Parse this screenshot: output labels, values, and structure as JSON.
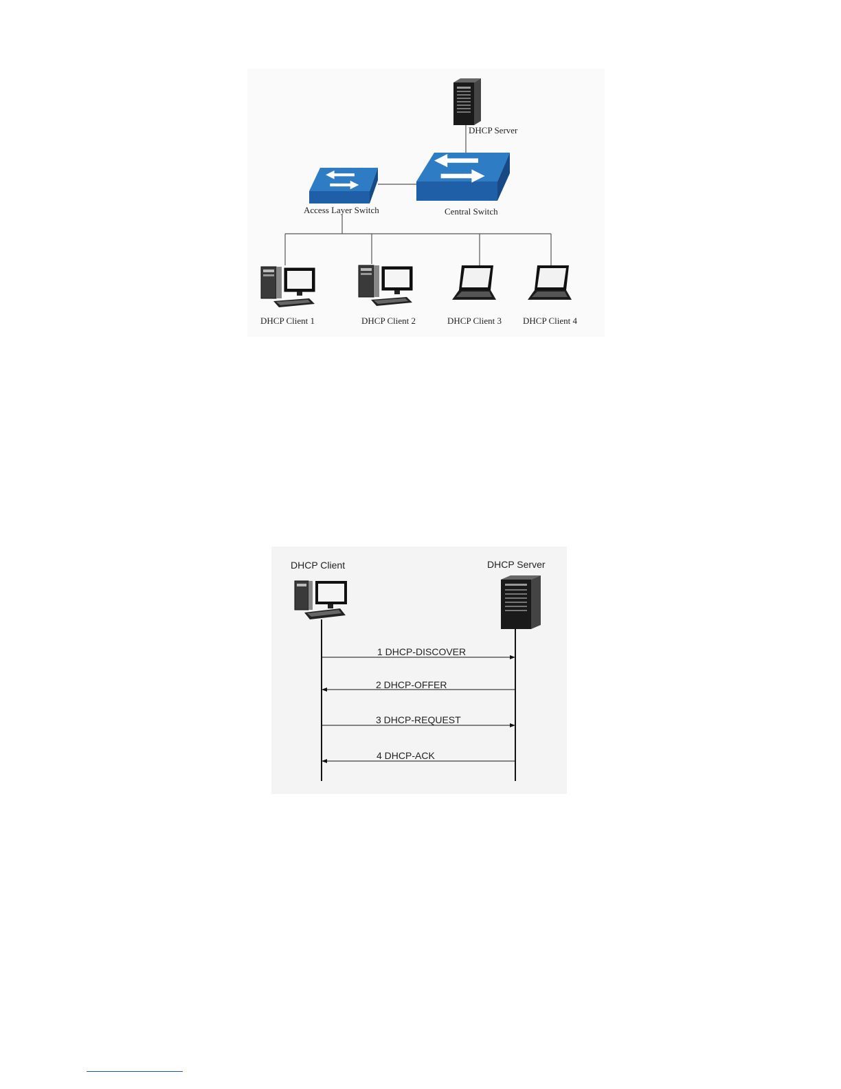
{
  "topology": {
    "server_label": "DHCP Server",
    "access_switch_label": "Access Layer Switch",
    "central_switch_label": "Central Switch",
    "clients": [
      {
        "label": "DHCP Client 1",
        "device": "desktop-computer-icon"
      },
      {
        "label": "DHCP Client 2",
        "device": "desktop-computer-icon"
      },
      {
        "label": "DHCP Client 3",
        "device": "laptop-icon"
      },
      {
        "label": "DHCP Client 4",
        "device": "laptop-icon"
      }
    ],
    "colors": {
      "switch": "#1f5fa8",
      "switch_top": "#2e7cc4",
      "line": "#555555"
    }
  },
  "sequence": {
    "client_label": "DHCP Client",
    "server_label": "DHCP Server",
    "messages": [
      {
        "label": "1 DHCP-DISCOVER",
        "direction": "client-to-server"
      },
      {
        "label": "2 DHCP-OFFER",
        "direction": "server-to-client"
      },
      {
        "label": "3 DHCP-REQUEST",
        "direction": "client-to-server"
      },
      {
        "label": "4 DHCP-ACK",
        "direction": "server-to-client"
      }
    ]
  }
}
